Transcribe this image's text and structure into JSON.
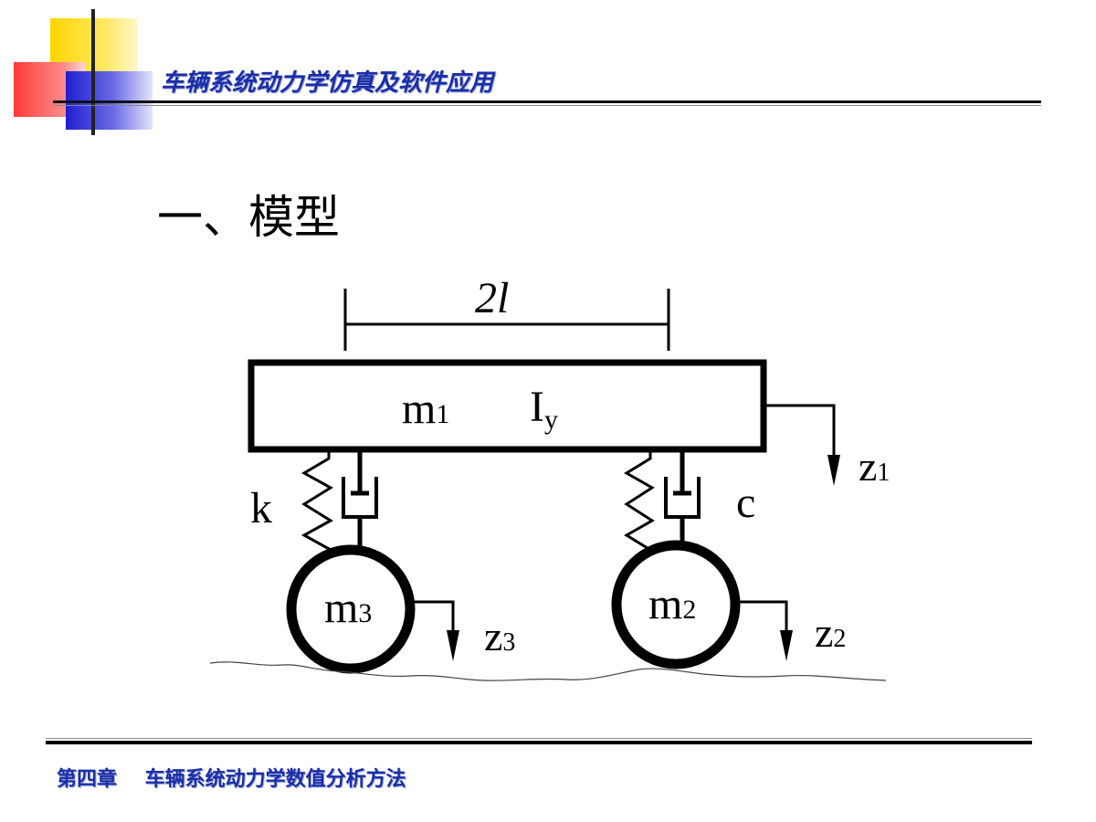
{
  "header": {
    "title": "车辆系统动力学仿真及软件应用"
  },
  "section": {
    "title": "一、模型"
  },
  "diagram": {
    "dimension_label": "2l",
    "body_mass": {
      "symbol": "m",
      "sub": "1"
    },
    "inertia": {
      "symbol": "I",
      "sub": "y"
    },
    "spring_label": "k",
    "damper_label": "c",
    "body_disp": {
      "symbol": "z",
      "sub": "1"
    },
    "wheel_rear_mass": {
      "symbol": "m",
      "sub": "3"
    },
    "wheel_front_mass": {
      "symbol": "m",
      "sub": "2"
    },
    "wheel_rear_disp": {
      "symbol": "z",
      "sub": "3"
    },
    "wheel_front_disp": {
      "symbol": "z",
      "sub": "2"
    }
  },
  "footer": {
    "text": "第四章    车辆系统动力学数值分析方法"
  }
}
